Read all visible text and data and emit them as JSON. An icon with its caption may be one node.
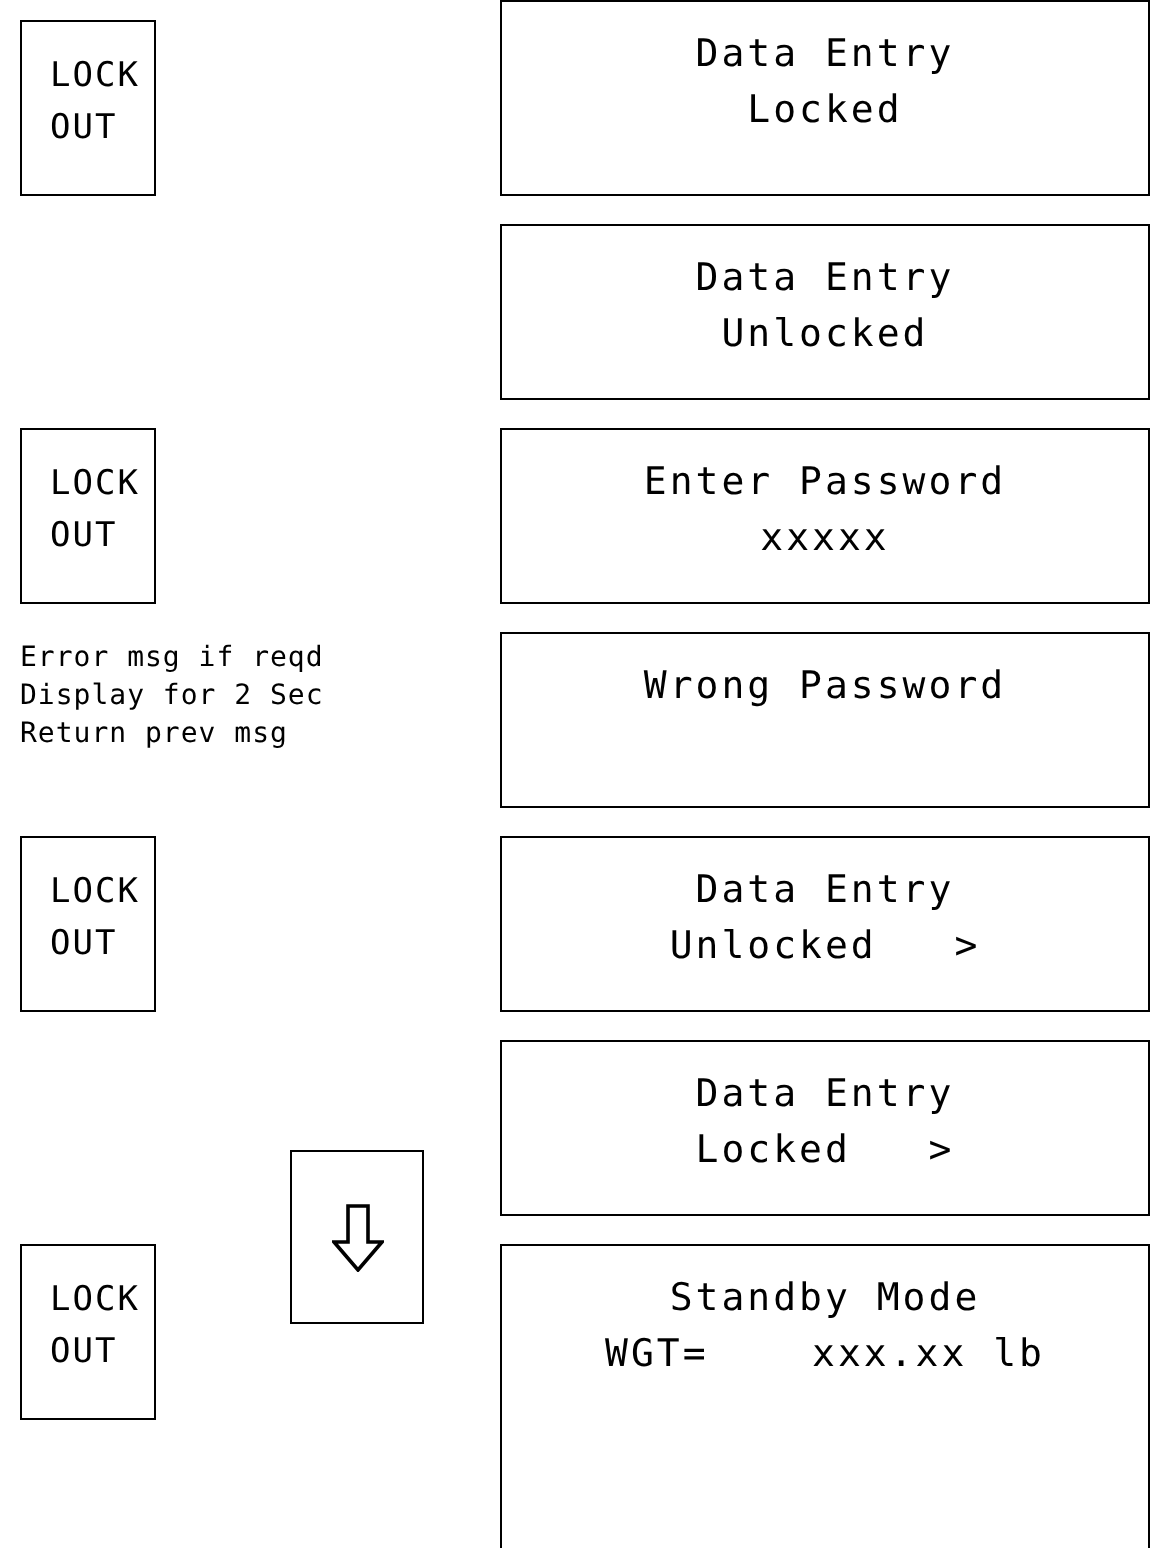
{
  "diagram": {
    "nodes": [
      {
        "text": [
          "LOCK OUT"
        ]
      },
      {
        "text": [
          "Data Entry",
          "Locked"
        ]
      },
      {
        "text": [
          "Data Entry",
          "Unlocked"
        ]
      },
      {
        "text": [
          "LOCK OUT"
        ]
      },
      {
        "text": [
          "Enter Password",
          "xxxxx"
        ]
      },
      {
        "text": [
          "Wrong Password"
        ]
      },
      {
        "text": [
          "LOCK OUT"
        ]
      },
      {
        "text": [
          "Data Entry",
          "Unlocked   >"
        ]
      },
      {
        "text": [],
        "shape": "box"
      },
      {
        "text": [
          "Data Entry",
          "Locked   >"
        ]
      },
      {
        "text": [
          "LOCK OUT"
        ]
      },
      {
        "text": [
          "Standby Mode",
          "WGT=    xxx.xx lb"
        ]
      }
    ],
    "edges": [],
    "labels": [
      "Error msg if reqd Display for 2 Sec Return prev msg"
    ]
  }
}
